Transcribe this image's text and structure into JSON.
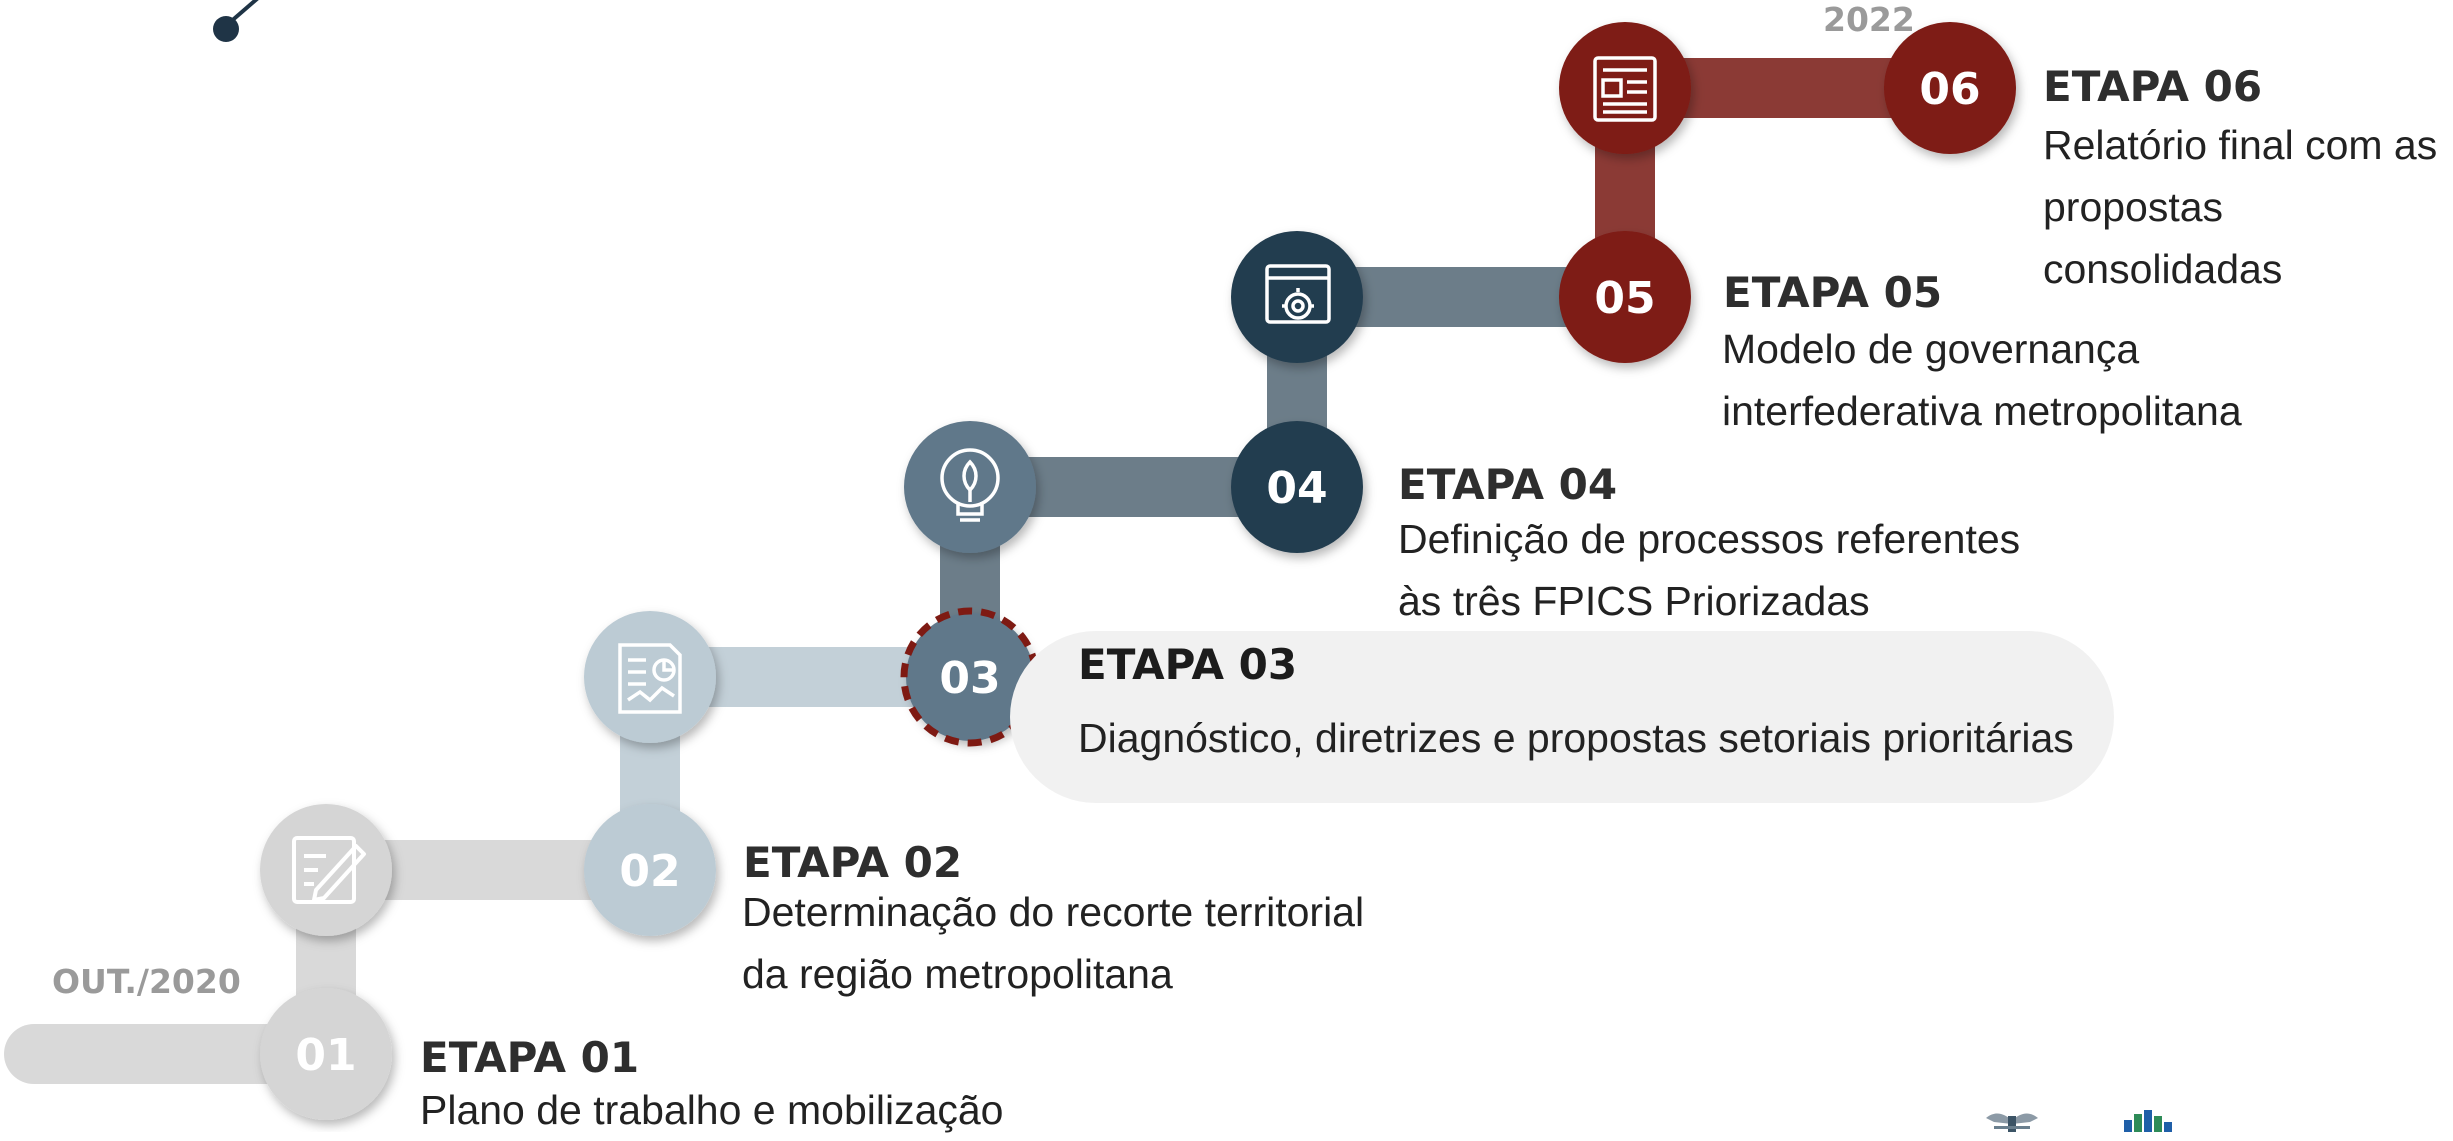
{
  "colors": {
    "step01": "#d5d5d5",
    "step02": "#bccbd4",
    "step03": "#61788a",
    "step04": "#243d4f",
    "step05": "#7e1a13",
    "step06": "#7e1a13",
    "connector01_02": "#d9d9d9",
    "connector02_03": "#c3d0d8",
    "connector03_04": "#6c7d89",
    "connector04_05": "#6c7d89",
    "connector05_06": "#8b3a35",
    "highlight_ring": "#7e1a13",
    "highlight_bg": "#f1f1f1"
  },
  "dates": {
    "start": "OUT./2020",
    "end": "2022"
  },
  "steps": [
    {
      "number": "01",
      "title": "ETAPA 01",
      "lines": [
        "Plano de trabalho e mobilização"
      ],
      "icon": "edit-document-icon"
    },
    {
      "number": "02",
      "title": "ETAPA 02",
      "lines": [
        "Determinação do recorte territorial",
        "da região metropolitana"
      ],
      "icon": "report-chart-icon"
    },
    {
      "number": "03",
      "title": "ETAPA 03",
      "lines": [
        "Diagnóstico, diretrizes e propostas setoriais prioritárias"
      ],
      "icon": "lightbulb-icon",
      "current": true
    },
    {
      "number": "04",
      "title": "ETAPA 04",
      "lines": [
        "Definição de processos referentes",
        "às três FPICS Priorizadas"
      ],
      "icon": "browser-gear-icon"
    },
    {
      "number": "05",
      "title": "ETAPA 05",
      "lines": [
        "Modelo de governança",
        "interfederativa metropolitana"
      ],
      "icon": "newspaper-icon"
    },
    {
      "number": "06",
      "title": "ETAPA 06",
      "lines": [
        "Relatório final com as",
        "propostas",
        "consolidadas"
      ]
    }
  ],
  "logos": [
    "coat-of-arms-logo",
    "city-skyline-logo"
  ]
}
